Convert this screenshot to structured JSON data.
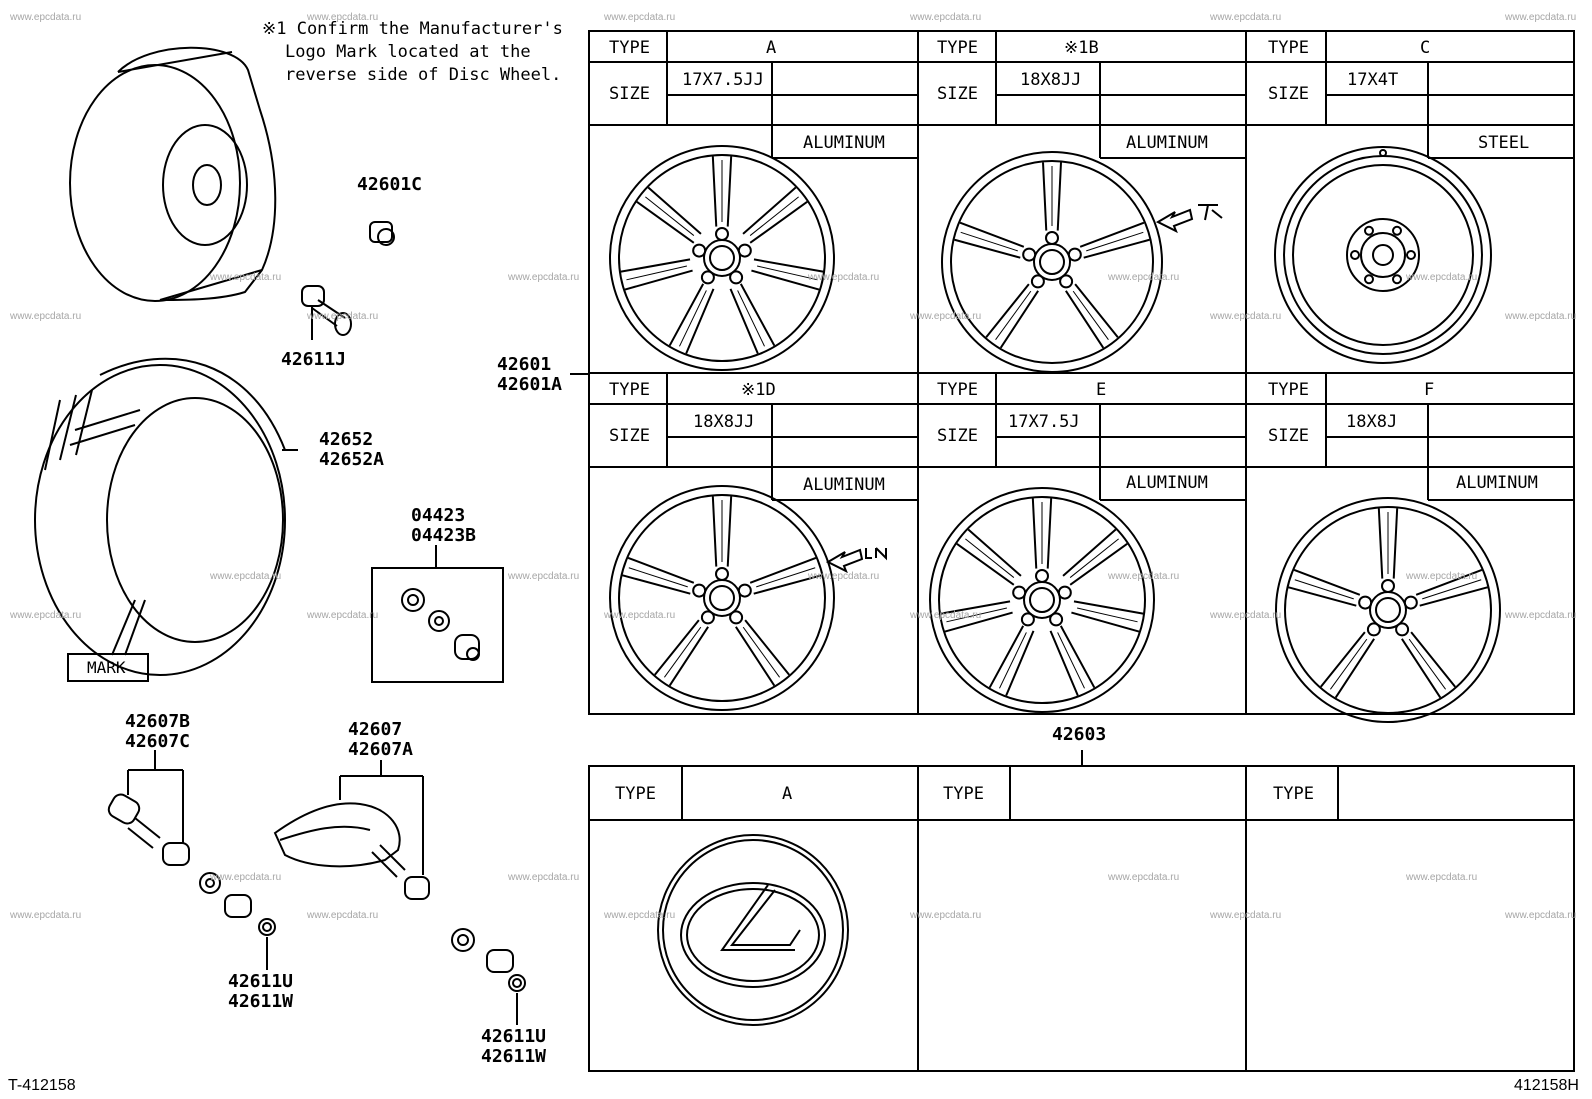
{
  "watermark": "www.epcdata.ru",
  "note": {
    "line1": "※1 Confirm the Manufacturer's",
    "line2": "Logo Mark located at the",
    "line3": "reverse side of Disc Wheel."
  },
  "parts": {
    "p42601C": "42601C",
    "p42611J": "42611J",
    "p42652": "42652",
    "p42652A": "42652A",
    "p04423": "04423",
    "p04423B": "04423B",
    "mark": "MARK",
    "p42607B": "42607B",
    "p42607C": "42607C",
    "p42607": "42607",
    "p42607A": "42607A",
    "p42611U_1": "42611U",
    "p42611W_1": "42611W",
    "p42611U_2": "42611U",
    "p42611W_2": "42611W",
    "p42601": "42601",
    "p42601A": "42601A",
    "p42603": "42603"
  },
  "wheel_table": {
    "type_label": "TYPE",
    "size_label": "SIZE",
    "wheels": [
      {
        "type": "A",
        "size": "17X7.5JJ",
        "material": "ALUMINUM"
      },
      {
        "type": "※1B",
        "size": "18X8JJ",
        "material": "ALUMINUM"
      },
      {
        "type": "C",
        "size": "17X4T",
        "material": "STEEL"
      },
      {
        "type": "※1D",
        "size": "18X8JJ",
        "material": "ALUMINUM"
      },
      {
        "type": "E",
        "size": "17X7.5J",
        "material": "ALUMINUM"
      },
      {
        "type": "F",
        "size": "18X8J",
        "material": "ALUMINUM"
      }
    ]
  },
  "cap_table": {
    "type_label": "TYPE",
    "caps": [
      {
        "type": "A"
      },
      {
        "type": ""
      },
      {
        "type": ""
      }
    ]
  },
  "footer": {
    "left": "T-412158",
    "right": "412158H"
  }
}
